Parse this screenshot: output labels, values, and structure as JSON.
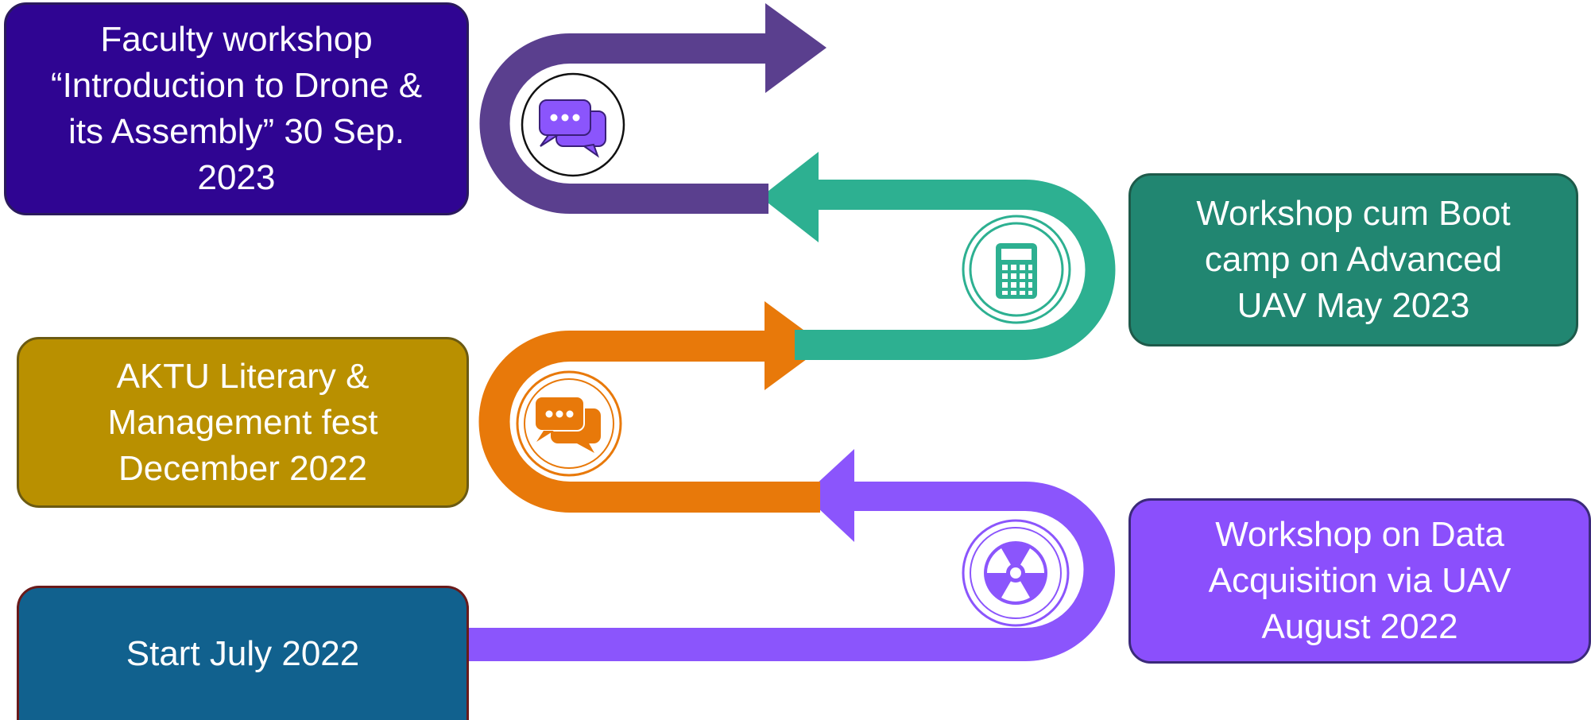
{
  "timeline": {
    "milestones": [
      {
        "id": "faculty",
        "label": "Faculty workshop\n“Introduction to Drone &\nits Assembly” 30 Sep.\n2023",
        "color": "#2f0592"
      },
      {
        "id": "workshop",
        "label": "Workshop cum Boot\ncamp on Advanced\nUAV May 2023",
        "color": "#218671"
      },
      {
        "id": "aktu",
        "label": "AKTU Literary &\nManagement fest\nDecember 2022",
        "color": "#b99000"
      },
      {
        "id": "data",
        "label": "Workshop on Data\nAcquisition via UAV\nAugust 2022",
        "color": "#8b4ffc"
      },
      {
        "id": "start",
        "label": "Start July 2022",
        "color": "#11618e"
      }
    ],
    "path_colors": {
      "purple_top": "#5a3f8e",
      "teal": "#2db091",
      "orange": "#e8790a",
      "violet": "#8b55fc"
    },
    "icons": [
      {
        "name": "chat-bubbles-icon",
        "color": "#8b55fc"
      },
      {
        "name": "calculator-icon",
        "color": "#2db091"
      },
      {
        "name": "chat-bubbles-icon",
        "color": "#e8790a"
      },
      {
        "name": "radiation-icon",
        "color": "#8b55fc"
      }
    ]
  }
}
